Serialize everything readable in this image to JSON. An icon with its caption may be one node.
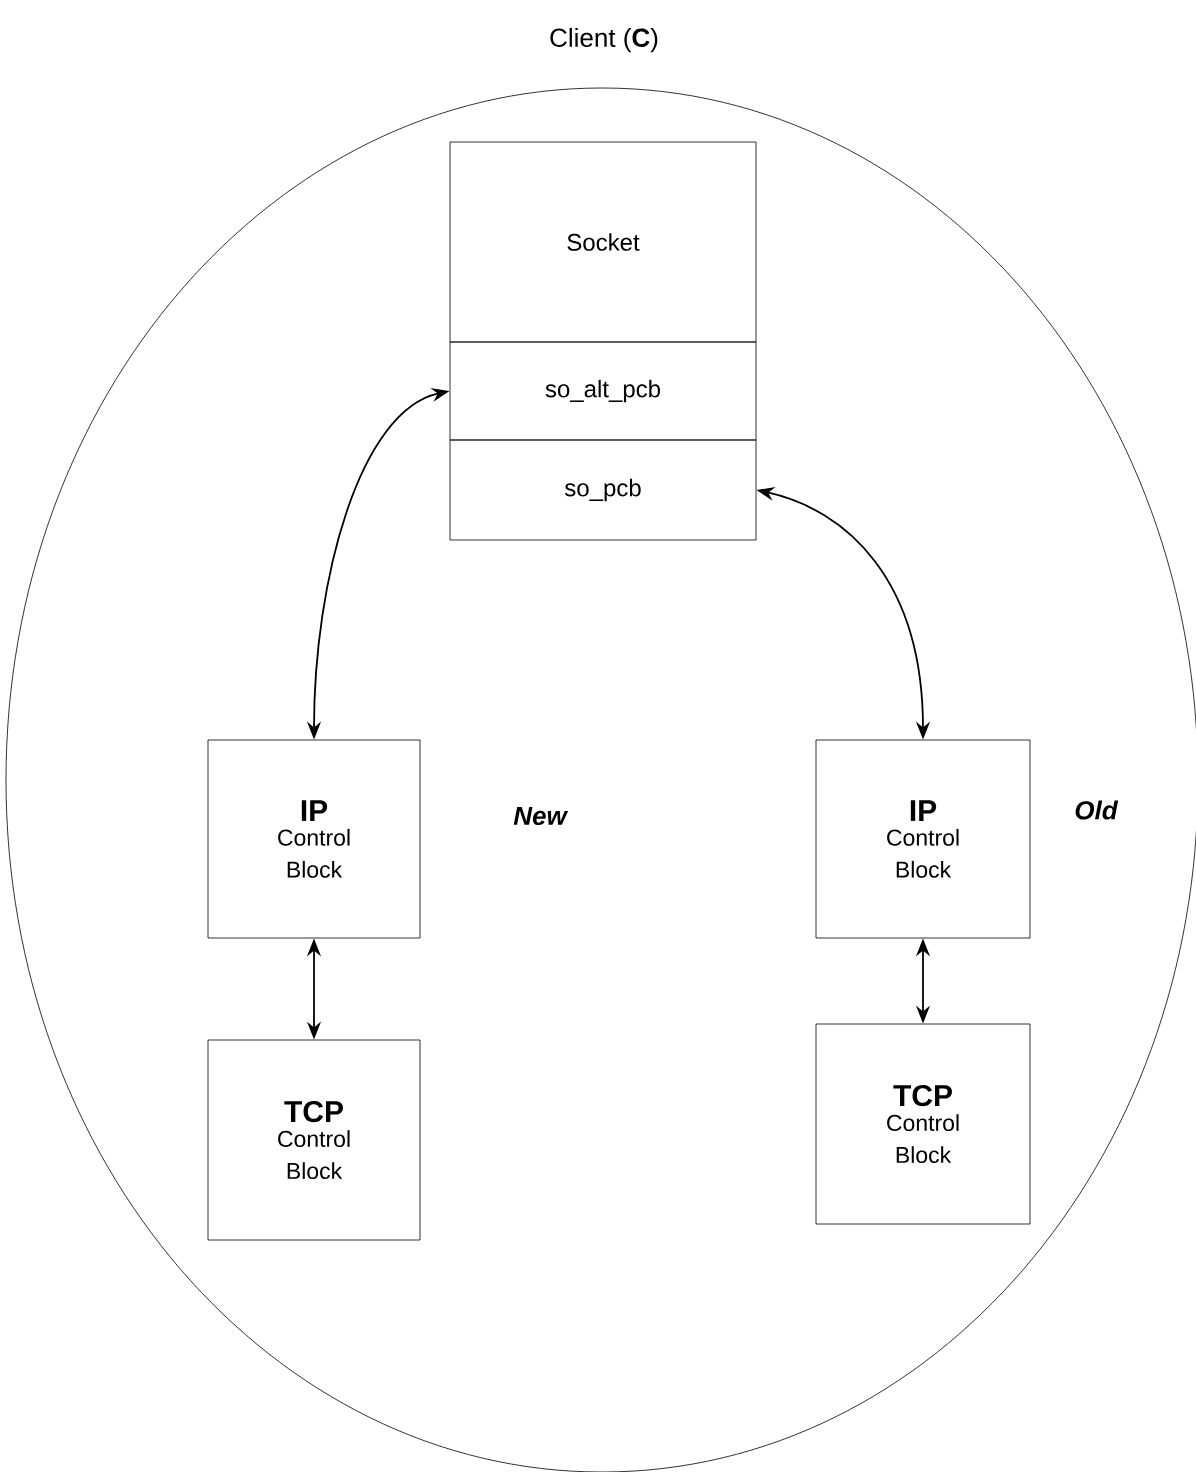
{
  "diagram": {
    "nodes": [
      {
        "text": [
          "Client (**C**)"
        ]
      },
      {
        "text": [
          "Socket"
        ],
        "in": 0
      },
      {
        "text": [
          "so_alt_pcb"
        ],
        "in": 0
      },
      {
        "text": [
          "so_pcb"
        ],
        "in": 0
      },
      {
        "text": [
          "IP",
          "Control Block"
        ],
        "in": 0,
        "beside": [
          "New"
        ]
      },
      {
        "text": [
          "TCP",
          "Control Block"
        ],
        "in": 0
      },
      {
        "text": [
          "IP",
          "Control Block"
        ],
        "in": 0,
        "beside": [
          "Old"
        ]
      },
      {
        "text": [
          "TCP",
          "Control Block"
        ],
        "in": 0
      }
    ],
    "edges": [
      {
        "from": 2,
        "to": 4,
        "arrow": "both"
      },
      {
        "from": 3,
        "to": 6,
        "arrow": "both"
      },
      {
        "from": 4,
        "to": 5,
        "arrow": "both"
      },
      {
        "from": 6,
        "to": 7,
        "arrow": "both"
      }
    ]
  }
}
